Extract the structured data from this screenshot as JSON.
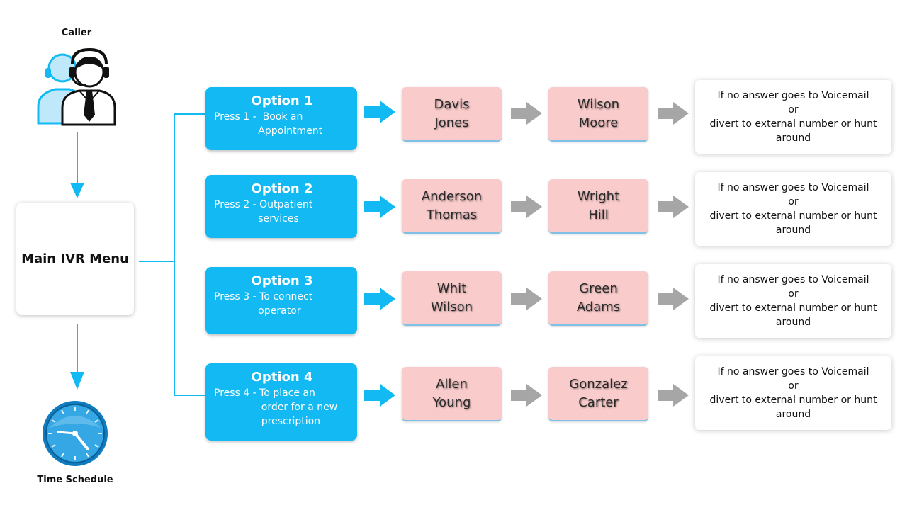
{
  "caller": {
    "label": "Caller"
  },
  "main_menu": {
    "label": "Main IVR Menu"
  },
  "time_schedule": {
    "label": "Time Schedule"
  },
  "options": [
    {
      "title": "Option 1",
      "description": "Press 1 -  Book an\n              Appointment",
      "agent_primary": [
        "Davis",
        "Jones"
      ],
      "agent_secondary": [
        "Wilson",
        "Moore"
      ],
      "fallback": [
        "If no answer goes to Voicemail",
        "or",
        "divert to external number or hunt",
        "around"
      ]
    },
    {
      "title": "Option 2",
      "description": "Press 2 - Outpatient\n              services",
      "agent_primary": [
        "Anderson",
        "Thomas"
      ],
      "agent_secondary": [
        "Wright",
        "Hill"
      ],
      "fallback": [
        "If no answer goes to Voicemail",
        "or",
        "divert to external number or hunt",
        "around"
      ]
    },
    {
      "title": "Option 3",
      "description": "Press 3 - To connect\n              operator",
      "agent_primary": [
        "Whit",
        "Wilson"
      ],
      "agent_secondary": [
        "Green",
        "Adams"
      ],
      "fallback": [
        "If no answer goes to Voicemail",
        "or",
        "divert to external number or hunt",
        "around"
      ]
    },
    {
      "title": "Option 4",
      "description": "Press 4 - To place an\n               order for a new\n               prescription",
      "agent_primary": [
        "Allen",
        "Young"
      ],
      "agent_secondary": [
        "Gonzalez",
        "Carter"
      ],
      "fallback": [
        "If no answer goes to Voicemail",
        "or",
        "divert to external number or hunt",
        "around"
      ]
    }
  ],
  "colors": {
    "option_fill": "#12b9f3",
    "connector": "#12b9f3",
    "agent_fill": "#f9cbcb",
    "gray_arrow": "#a6a6a6"
  }
}
